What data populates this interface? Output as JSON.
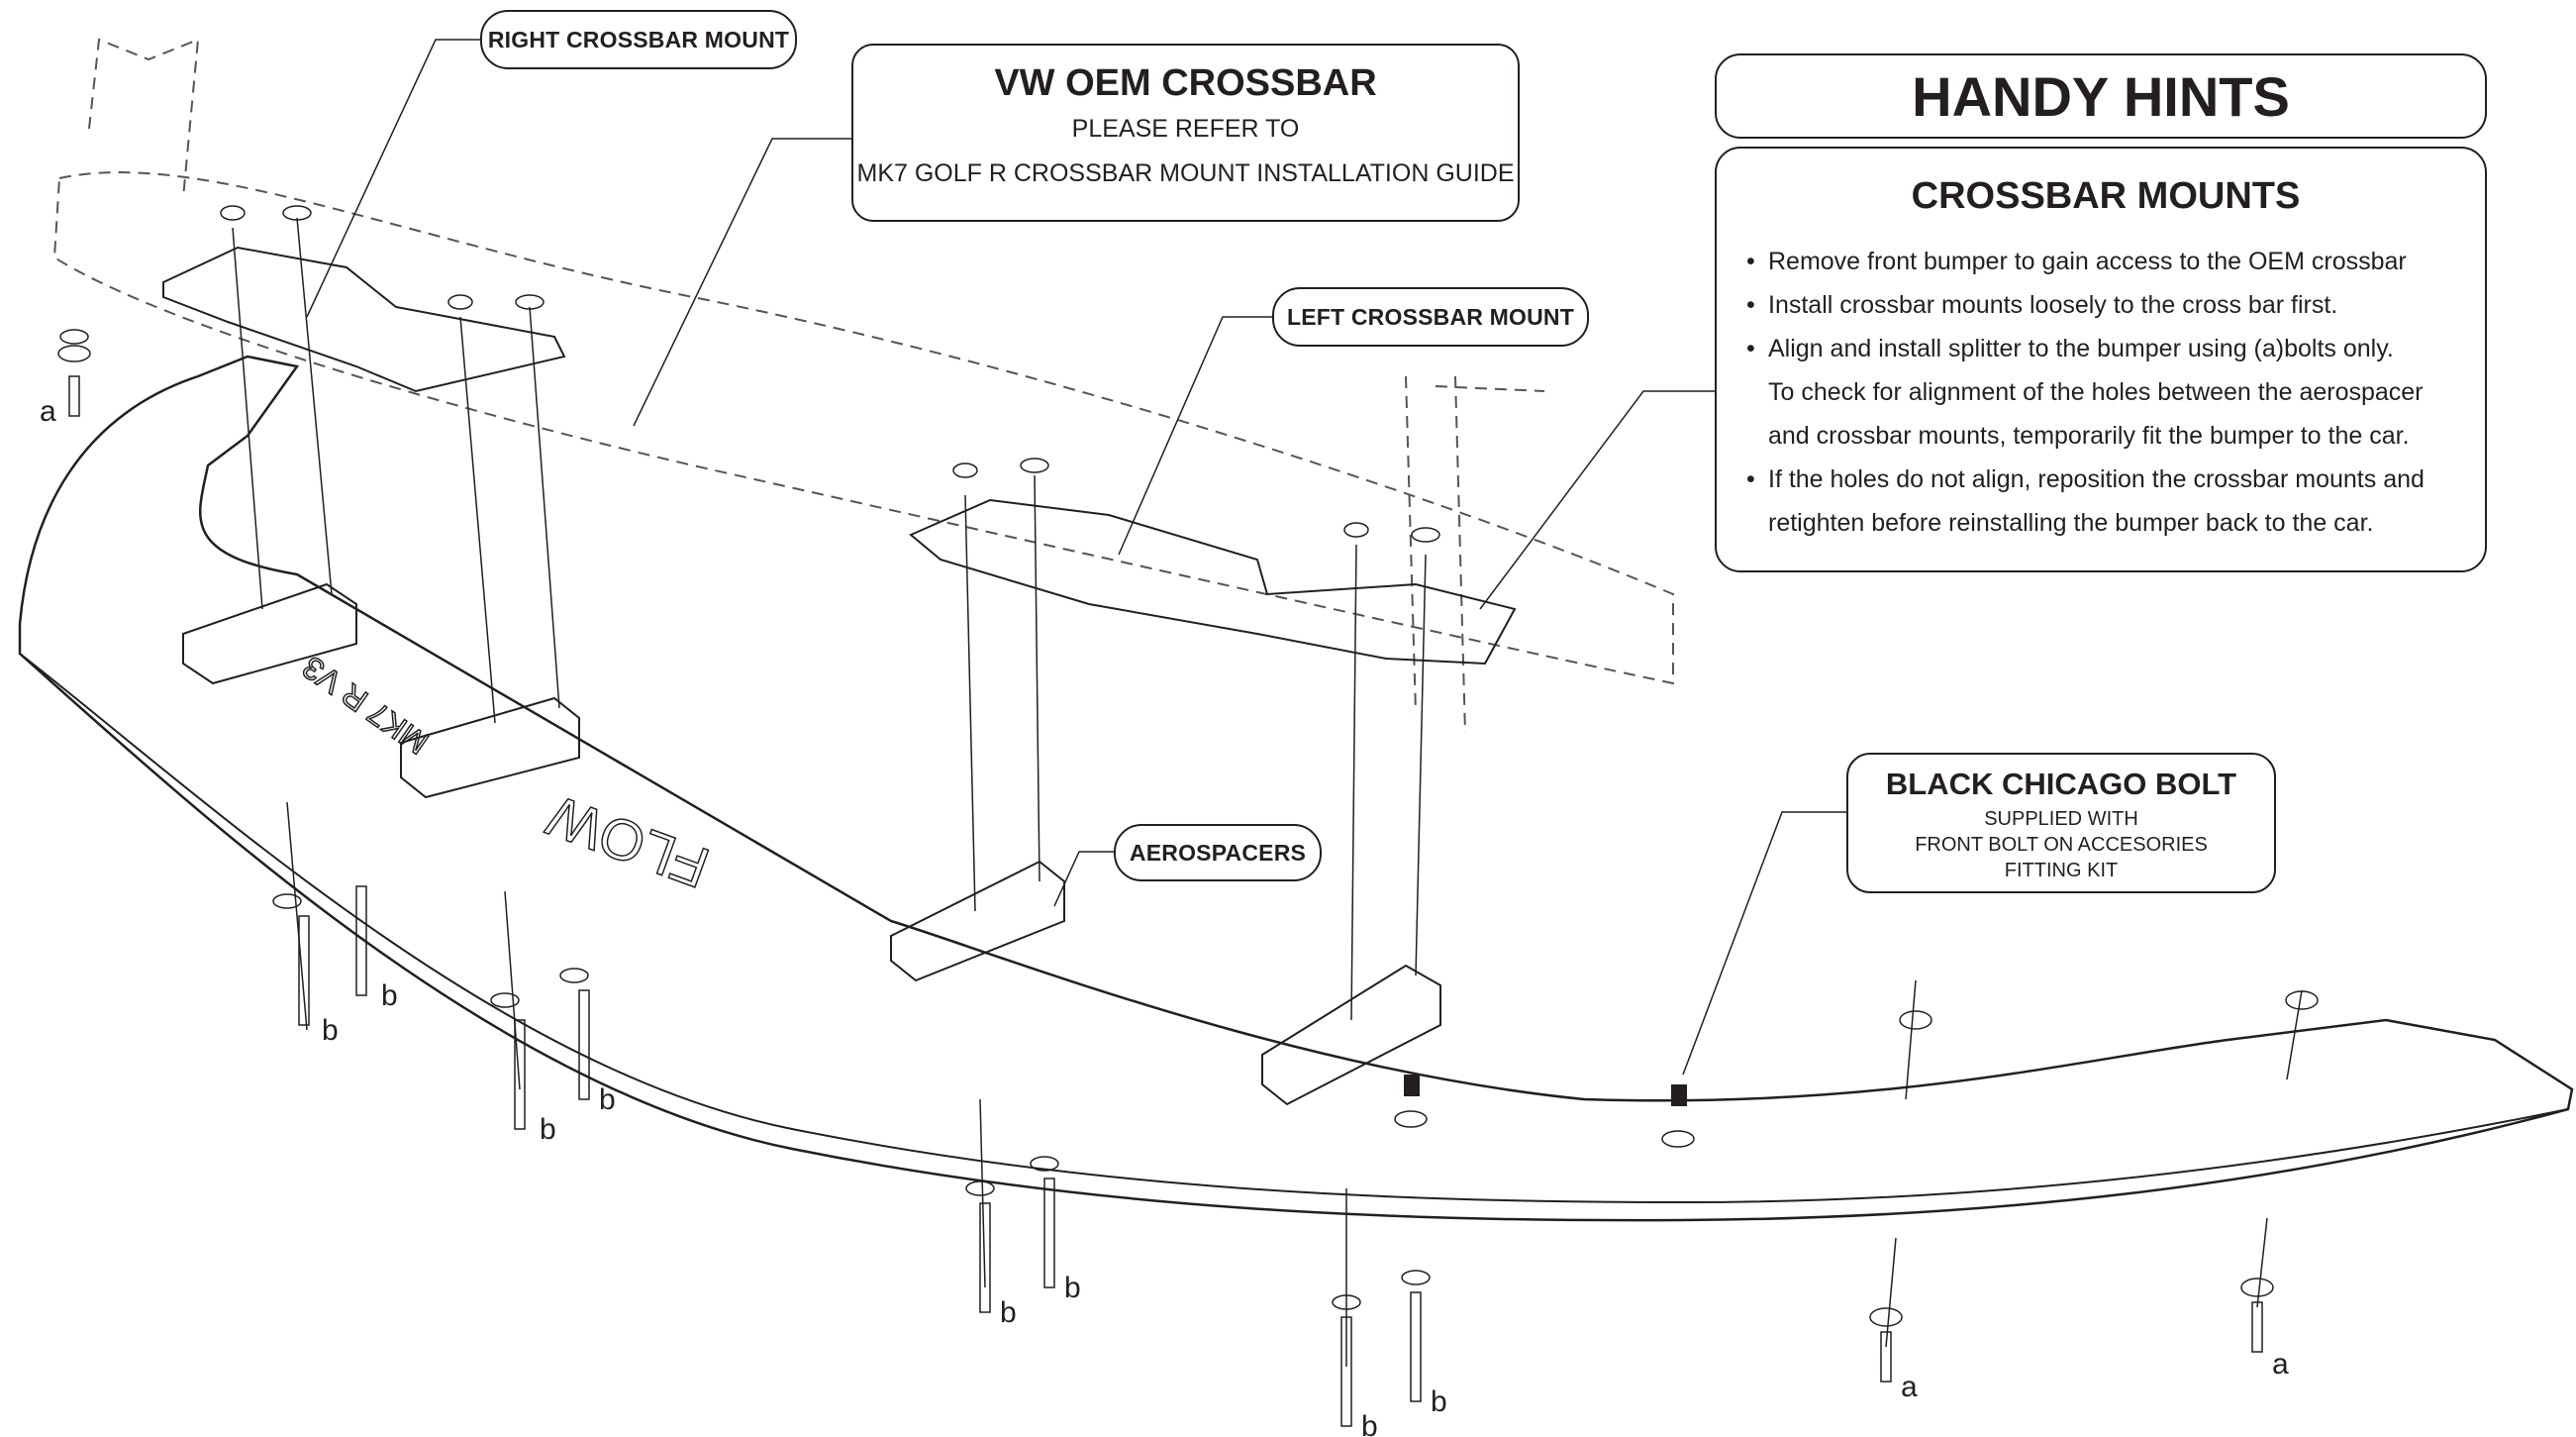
{
  "callouts": {
    "right_crossbar_mount": "RIGHT CROSSBAR MOUNT",
    "left_crossbar_mount": "LEFT CROSSBAR MOUNT",
    "aerospacers": "AEROSPACERS",
    "vw_oem": {
      "title": "VW OEM CROSSBAR",
      "line1": "PLEASE REFER TO",
      "line2": "MK7 GOLF R CROSSBAR MOUNT INSTALLATION GUIDE"
    },
    "chicago_bolt": {
      "title": "BLACK CHICAGO BOLT",
      "line1": "SUPPLIED WITH",
      "line2": "FRONT BOLT ON ACCESORIES",
      "line3": "FITTING KIT"
    }
  },
  "handy_hints": {
    "title": "HANDY HINTS",
    "section_title": "CROSSBAR MOUNTS",
    "bullet": "•",
    "items": [
      "Remove front bumper to gain access to the OEM crossbar",
      "Install crossbar mounts loosely to the cross bar first.",
      "Align and install splitter to the bumper using (a)bolts only.",
      "If the holes do not align, reposition the crossbar mounts and",
      "retighten before reinstalling the bumper back to the car."
    ],
    "note": [
      "To check for alignment of the holes between the aerospacer",
      "and crossbar mounts, temporarily fit the bumper to the car."
    ]
  },
  "splitter_text": {
    "brand": "FLOW",
    "model": "MK7 R V3"
  },
  "bolt_labels": {
    "a": "a",
    "b": "b"
  }
}
